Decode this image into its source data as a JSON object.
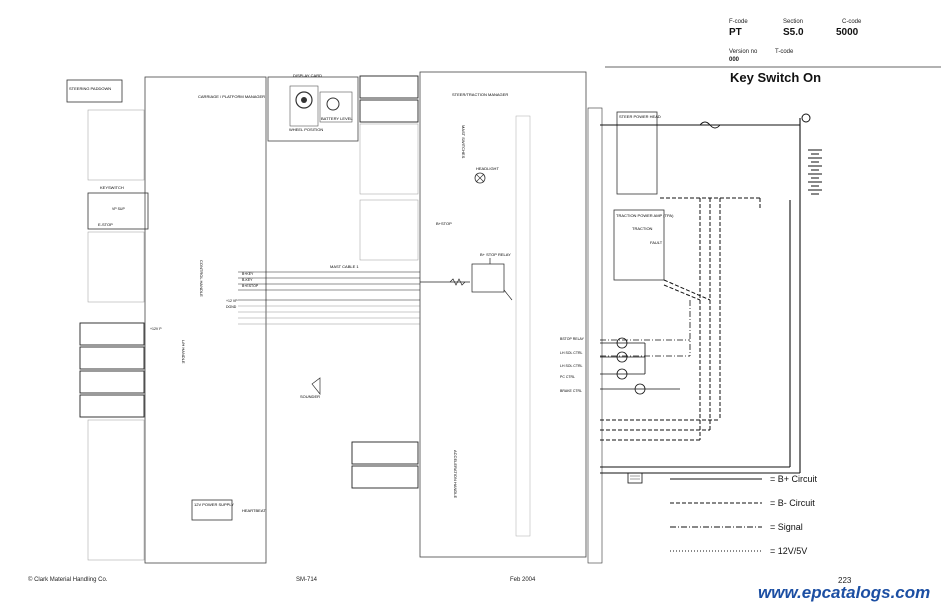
{
  "header": {
    "fcode_label": "F-code",
    "fcode_value": "PT",
    "section_label": "Section",
    "section_value": "S5.0",
    "ccode_label": "C-code",
    "ccode_value": "5000",
    "version_label": "Version no",
    "version_value": "000",
    "tcode_label": "T-code",
    "title": "Key Switch On"
  },
  "blocks": {
    "steering_pad": "STEERING PADDOWN",
    "keyswitch": "KEYSWITCH",
    "carriage_mgr": "CARRIAGE / PLATFORM MANAGER",
    "display_card": "DISPLAY CARD",
    "battery_level": "BATTERY LEVEL",
    "wheel_position": "WHEEL POSITION",
    "steer_traction_mgr": "STEER/TRACTION MANAGER",
    "steer_power_head": "STEER POWER HEAD",
    "traction_power_amp": "TRACTION POWER AMP (TPA)",
    "headlight": "HEADLIGHT",
    "mast_cable": "MAST CABLE 1",
    "bstop_relay": "B+ STOP RELAY",
    "power_supply": "12V POWER SUPPLY",
    "heartbeat": "HEARTBEAT",
    "control_handle": "CONTROL HANDLE",
    "lh_handle": "L/H HANDLE",
    "mast_switches": "MAST SWITCHES",
    "acceleration_handle": "ACCELERATION HANDLE",
    "sounder": "SOUNDER",
    "traction": "TRACTION",
    "fault": "FAULT",
    "bstop": "B+STOP",
    "estop": "E-STOP"
  },
  "relays": [
    "BSTOP RELAY",
    "LH SOL CTRL",
    "LH SOL CTRL",
    "PC CTRL",
    "BRAKE CTRL"
  ],
  "wire_labels": [
    "+12 VP",
    "DGND",
    "B+KEY",
    "B-KEY",
    "B+ESTOP",
    "VP SUP",
    "+12V P"
  ],
  "legend": [
    {
      "style": "solid",
      "label": "= B+ Circuit"
    },
    {
      "style": "dashed",
      "label": "= B- Circuit"
    },
    {
      "style": "dashdot",
      "label": "= Signal"
    },
    {
      "style": "dotted",
      "label": "= 12V/5V"
    }
  ],
  "footer": {
    "company": "© Clark Material Handling Co.",
    "doc": "SM-714",
    "date": "Feb 2004",
    "page": "223"
  },
  "watermark": "www.epcatalogs.com"
}
